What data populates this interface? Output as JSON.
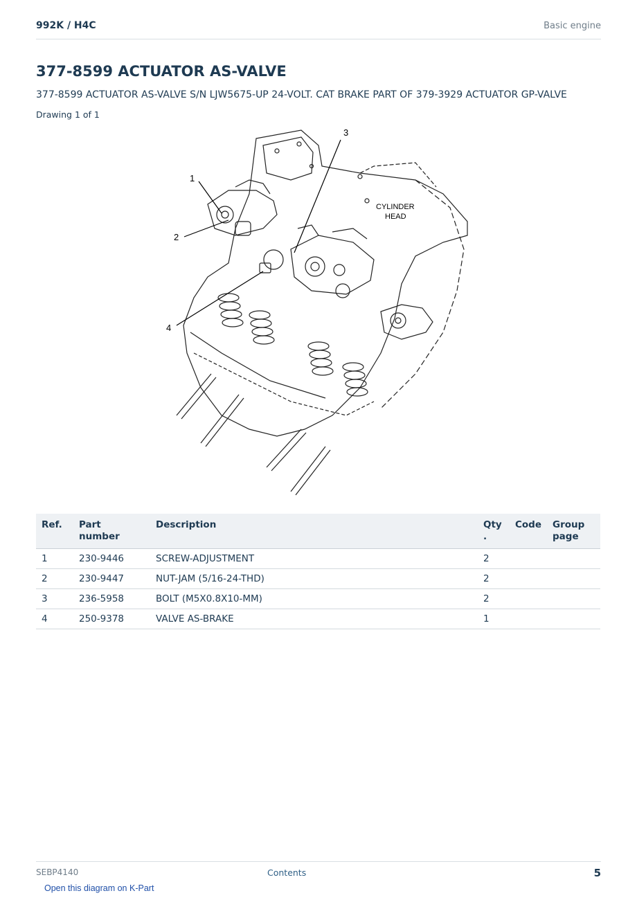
{
  "header": {
    "breadcrumb": "992K  /  H4C",
    "section": "Basic engine"
  },
  "title": "377-8599 ACTUATOR AS-VALVE",
  "subtitle": "377-8599 ACTUATOR AS-VALVE S/N LJW5675-UP 24-VOLT. CAT BRAKE PART OF 379-3929 ACTUATOR GP-VALVE",
  "drawing": {
    "label": "Drawing 1 of 1",
    "callouts": [
      "1",
      "2",
      "3",
      "4"
    ],
    "annotation_line1": "CYLINDER",
    "annotation_line2": "HEAD"
  },
  "table": {
    "headers": {
      "ref": "Ref.",
      "part_number": "Part number",
      "description": "Description",
      "qty_line1": "Qty",
      "qty_line2": ".",
      "code": "Code",
      "group_line1": "Group",
      "group_line2": "page"
    },
    "rows": [
      {
        "ref": "1",
        "part_number": "230-9446",
        "description": "SCREW-ADJUSTMENT",
        "qty": "2",
        "code": "",
        "group_page": ""
      },
      {
        "ref": "2",
        "part_number": "230-9447",
        "description": "NUT-JAM (5/16-24-THD)",
        "qty": "2",
        "code": "",
        "group_page": ""
      },
      {
        "ref": "3",
        "part_number": "236-5958",
        "description": "BOLT (M5X0.8X10-MM)",
        "qty": "2",
        "code": "",
        "group_page": ""
      },
      {
        "ref": "4",
        "part_number": "250-9378",
        "description": "VALVE AS-BRAKE",
        "qty": "1",
        "code": "",
        "group_page": ""
      }
    ]
  },
  "footer": {
    "doc_id": "SEBP4140",
    "contents_link": "Contents",
    "page_number": "5",
    "kpart_link": "Open this diagram on K-Part"
  }
}
